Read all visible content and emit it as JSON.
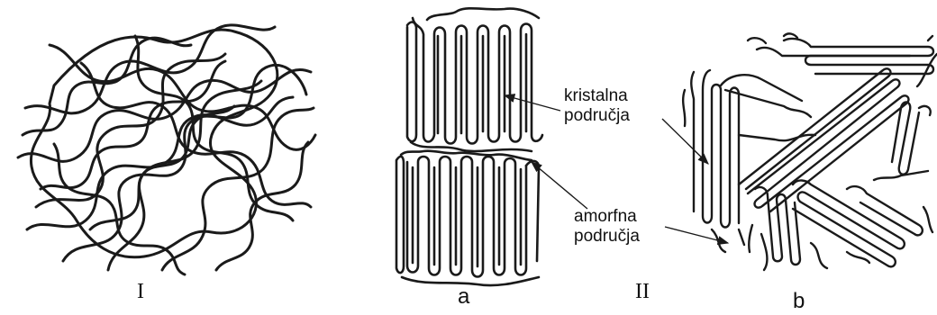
{
  "labels": {
    "crystalline": [
      "kristalna",
      "područja"
    ],
    "amorphous": [
      "amorfna",
      "područja"
    ]
  },
  "captions": {
    "I": "I",
    "a": "a",
    "II": "II",
    "b": "b"
  },
  "colors": {
    "ink": "#1a1a1a",
    "background": "#ffffff"
  }
}
